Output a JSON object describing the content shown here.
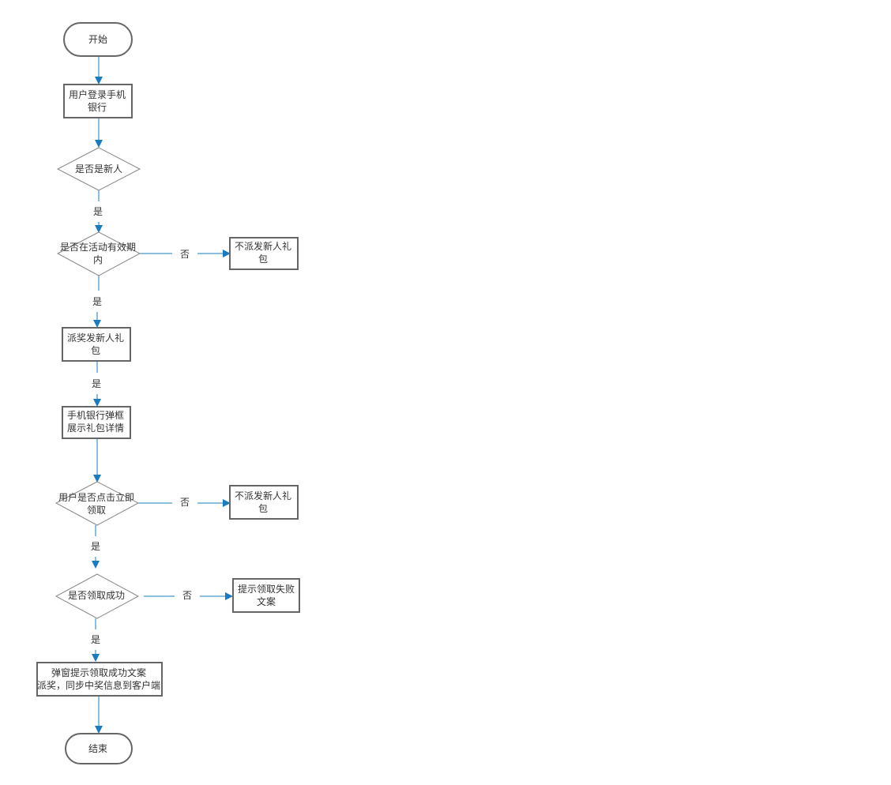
{
  "diagram": {
    "nodes": {
      "start": {
        "lines": [
          "开始"
        ]
      },
      "login": {
        "lines": [
          "用户登录手机",
          "银行"
        ]
      },
      "is_new": {
        "lines": [
          "是否是新人"
        ]
      },
      "in_period": {
        "lines": [
          "是否在活动有效期",
          "内"
        ]
      },
      "no_gift_1": {
        "lines": [
          "不派发新人礼",
          "包"
        ]
      },
      "send_gift": {
        "lines": [
          "派奖发新人礼",
          "包"
        ]
      },
      "popup": {
        "lines": [
          "手机银行弹框",
          "展示礼包详情"
        ]
      },
      "click_claim": {
        "lines": [
          "用户是否点击立即",
          "领取"
        ]
      },
      "no_gift_2": {
        "lines": [
          "不派发新人礼",
          "包"
        ]
      },
      "claim_ok": {
        "lines": [
          "是否领取成功"
        ]
      },
      "fail_tip": {
        "lines": [
          "提示领取失败",
          "文案"
        ]
      },
      "success": {
        "lines": [
          "弹窗提示领取成功文案",
          "派奖，同步中奖信息到客户端"
        ]
      },
      "end": {
        "lines": [
          "结束"
        ]
      }
    },
    "edge_labels": {
      "is_new_yes": "是",
      "in_period_yes": "是",
      "in_period_no": "否",
      "send_gift_yes": "是",
      "click_claim_yes": "是",
      "click_claim_no": "否",
      "claim_ok_yes": "是",
      "claim_ok_no": "否"
    }
  },
  "colors": {
    "node_stroke": "#666666",
    "diamond_stroke": "#888888",
    "edge": "#1a7bbf",
    "text": "#333333"
  }
}
